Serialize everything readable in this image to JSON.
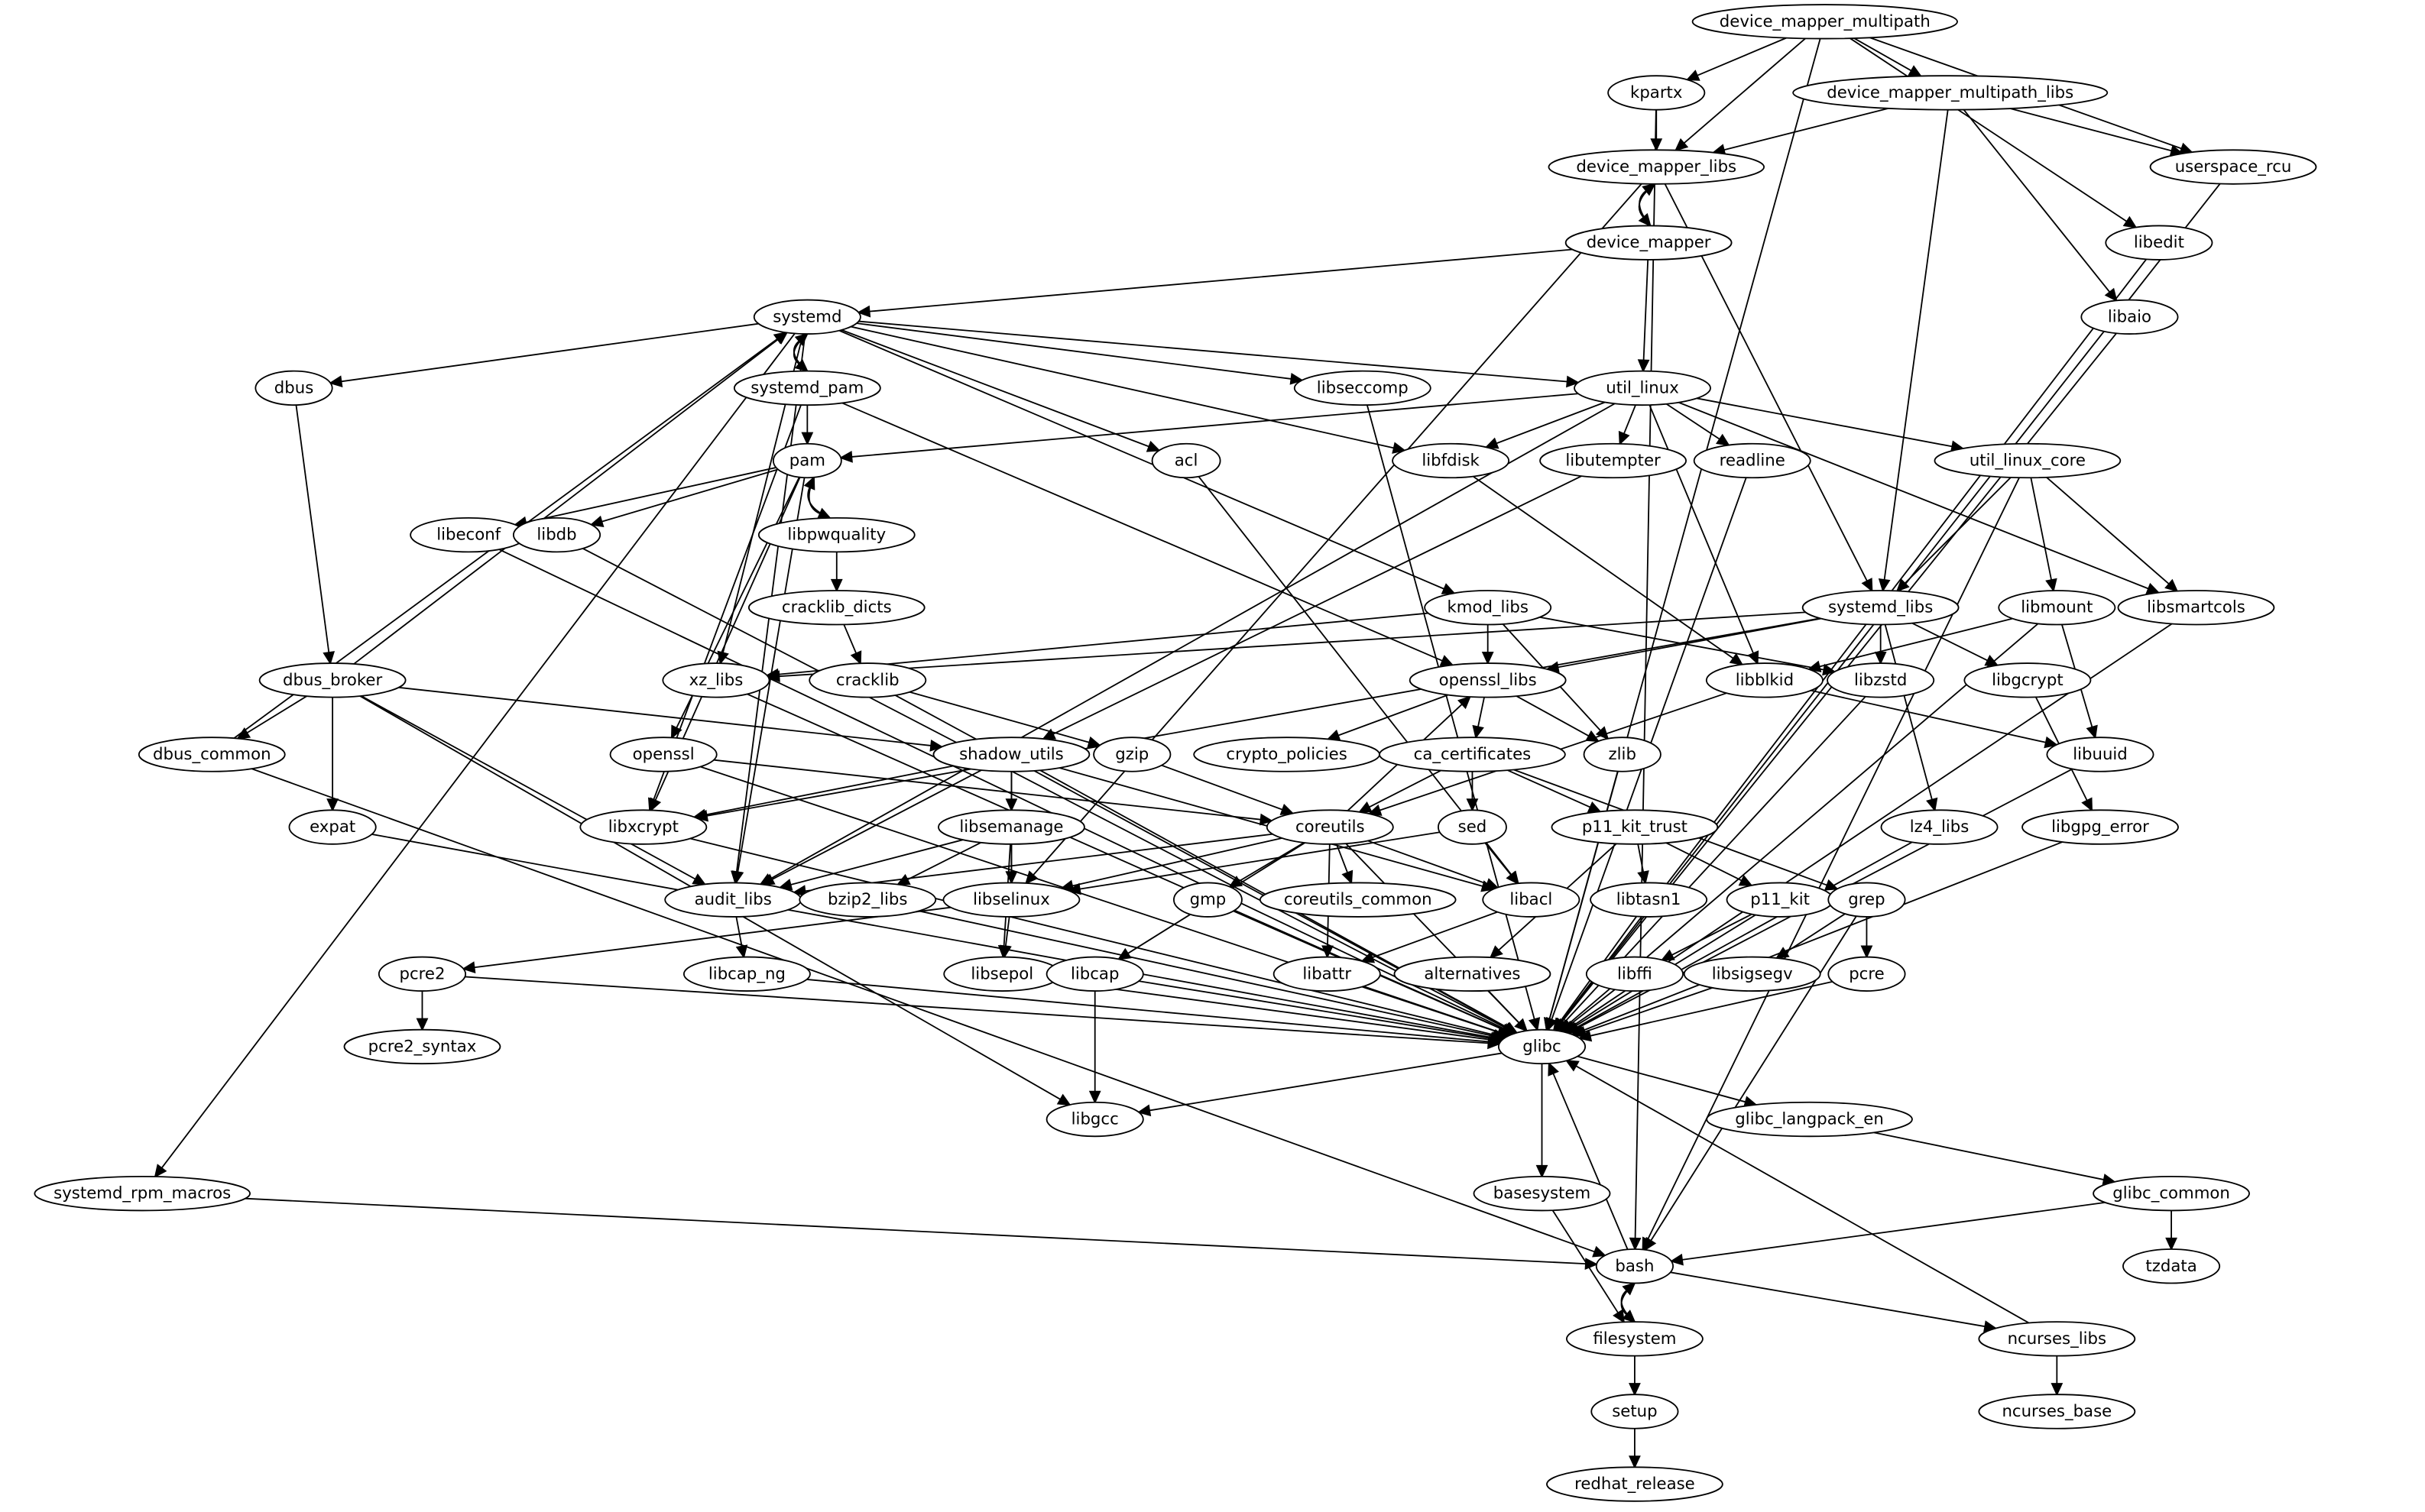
{
  "graph": {
    "nodes": [
      "device_mapper_multipath",
      "kpartx",
      "device_mapper_multipath_libs",
      "device_mapper_libs",
      "userspace_rcu",
      "device_mapper",
      "libedit",
      "systemd",
      "libaio",
      "dbus",
      "systemd_pam",
      "util_linux",
      "libseccomp",
      "pam",
      "acl",
      "libfdisk",
      "libutempter",
      "readline",
      "util_linux_core",
      "libeconf",
      "libdb",
      "libpwquality",
      "cracklib_dicts",
      "kmod_libs",
      "systemd_libs",
      "libmount",
      "libsmartcols",
      "dbus_broker",
      "cracklib",
      "xz_libs",
      "openssl_libs",
      "libblkid",
      "libzstd",
      "libgcrypt",
      "dbus_common",
      "openssl",
      "shadow_utils",
      "gzip",
      "crypto_policies",
      "ca_certificates",
      "zlib",
      "libuuid",
      "expat",
      "libxcrypt",
      "libsemanage",
      "coreutils",
      "sed",
      "p11_kit_trust",
      "lz4_libs",
      "libgpg_error",
      "audit_libs",
      "bzip2_libs",
      "libselinux",
      "gmp",
      "coreutils_common",
      "libacl",
      "libtasn1",
      "p11_kit",
      "grep",
      "pcre2",
      "libcap_ng",
      "libsepol",
      "libcap",
      "libattr",
      "alternatives",
      "libffi",
      "libsigsegv",
      "pcre",
      "glibc",
      "pcre2_syntax",
      "libgcc",
      "glibc_langpack_en",
      "basesystem",
      "systemd_rpm_macros",
      "glibc_common",
      "bash",
      "tzdata",
      "filesystem",
      "ncurses_libs",
      "setup",
      "ncurses_base",
      "redhat_release"
    ],
    "edges": [
      [
        "device_mapper_multipath",
        "kpartx"
      ],
      [
        "device_mapper_multipath",
        "device_mapper_multipath_libs"
      ],
      [
        "device_mapper_multipath",
        "device_mapper_libs"
      ],
      [
        "device_mapper_multipath",
        "userspace_rcu"
      ],
      [
        "device_mapper_multipath",
        "libedit"
      ],
      [
        "device_mapper_multipath",
        "glibc"
      ],
      [
        "kpartx",
        "device_mapper_libs"
      ],
      [
        "kpartx",
        "bash"
      ],
      [
        "device_mapper_multipath_libs",
        "device_mapper_libs"
      ],
      [
        "device_mapper_multipath_libs",
        "userspace_rcu"
      ],
      [
        "device_mapper_multipath_libs",
        "systemd_libs"
      ],
      [
        "device_mapper_multipath_libs",
        "libaio"
      ],
      [
        "device_mapper_libs",
        "device_mapper"
      ],
      [
        "device_mapper_libs",
        "systemd_libs"
      ],
      [
        "device_mapper_libs",
        "libselinux"
      ],
      [
        "device_mapper",
        "device_mapper_libs"
      ],
      [
        "device_mapper",
        "systemd"
      ],
      [
        "device_mapper",
        "util_linux"
      ],
      [
        "userspace_rcu",
        "glibc"
      ],
      [
        "libedit",
        "glibc"
      ],
      [
        "libaio",
        "glibc"
      ],
      [
        "systemd",
        "dbus"
      ],
      [
        "systemd",
        "systemd_pam"
      ],
      [
        "systemd",
        "util_linux"
      ],
      [
        "systemd",
        "libseccomp"
      ],
      [
        "systemd",
        "acl"
      ],
      [
        "systemd",
        "libfdisk"
      ],
      [
        "systemd",
        "kmod_libs"
      ],
      [
        "systemd",
        "xz_libs"
      ],
      [
        "systemd",
        "audit_libs"
      ],
      [
        "systemd",
        "systemd_rpm_macros"
      ],
      [
        "systemd_pam",
        "systemd"
      ],
      [
        "systemd_pam",
        "pam"
      ],
      [
        "systemd_pam",
        "libxcrypt"
      ],
      [
        "systemd_pam",
        "openssl_libs"
      ],
      [
        "dbus",
        "dbus_broker"
      ],
      [
        "dbus_broker",
        "systemd"
      ],
      [
        "dbus_broker",
        "dbus_common"
      ],
      [
        "dbus_broker",
        "expat"
      ],
      [
        "dbus_broker",
        "libgcc"
      ],
      [
        "dbus_broker",
        "audit_libs"
      ],
      [
        "dbus_broker",
        "shadow_utils"
      ],
      [
        "dbus_common",
        "systemd"
      ],
      [
        "dbus_common",
        "bash"
      ],
      [
        "util_linux",
        "pam"
      ],
      [
        "util_linux",
        "libfdisk"
      ],
      [
        "util_linux",
        "libutempter"
      ],
      [
        "util_linux",
        "readline"
      ],
      [
        "util_linux",
        "libblkid"
      ],
      [
        "util_linux",
        "util_linux_core"
      ],
      [
        "util_linux",
        "libsmartcols"
      ],
      [
        "util_linux",
        "audit_libs"
      ],
      [
        "libseccomp",
        "glibc"
      ],
      [
        "acl",
        "libacl"
      ],
      [
        "libfdisk",
        "libblkid"
      ],
      [
        "libutempter",
        "shadow_utils"
      ],
      [
        "readline",
        "glibc"
      ],
      [
        "util_linux_core",
        "systemd_libs"
      ],
      [
        "util_linux_core",
        "libmount"
      ],
      [
        "util_linux_core",
        "libsmartcols"
      ],
      [
        "util_linux_core",
        "bash"
      ],
      [
        "pam",
        "libeconf"
      ],
      [
        "pam",
        "libdb"
      ],
      [
        "pam",
        "libpwquality"
      ],
      [
        "pam",
        "libxcrypt"
      ],
      [
        "pam",
        "openssl"
      ],
      [
        "pam",
        "audit_libs"
      ],
      [
        "libpwquality",
        "pam"
      ],
      [
        "libpwquality",
        "cracklib_dicts"
      ],
      [
        "cracklib_dicts",
        "cracklib"
      ],
      [
        "libeconf",
        "glibc"
      ],
      [
        "libdb",
        "glibc"
      ],
      [
        "kmod_libs",
        "xz_libs"
      ],
      [
        "kmod_libs",
        "openssl_libs"
      ],
      [
        "kmod_libs",
        "zlib"
      ],
      [
        "kmod_libs",
        "libzstd"
      ],
      [
        "systemd_libs",
        "openssl_libs"
      ],
      [
        "systemd_libs",
        "xz_libs"
      ],
      [
        "systemd_libs",
        "libxcrypt"
      ],
      [
        "systemd_libs",
        "libzstd"
      ],
      [
        "systemd_libs",
        "libgcrypt"
      ],
      [
        "systemd_libs",
        "lz4_libs"
      ],
      [
        "libmount",
        "libblkid"
      ],
      [
        "libmount",
        "libuuid"
      ],
      [
        "libmount",
        "glibc"
      ],
      [
        "libsmartcols",
        "glibc"
      ],
      [
        "cracklib",
        "gzip"
      ],
      [
        "cracklib",
        "glibc"
      ],
      [
        "xz_libs",
        "glibc"
      ],
      [
        "openssl_libs",
        "crypto_policies"
      ],
      [
        "openssl_libs",
        "ca_certificates"
      ],
      [
        "openssl_libs",
        "zlib"
      ],
      [
        "libblkid",
        "libuuid"
      ],
      [
        "libblkid",
        "coreutils"
      ],
      [
        "libzstd",
        "glibc"
      ],
      [
        "libgcrypt",
        "libgpg_error"
      ],
      [
        "openssl",
        "coreutils"
      ],
      [
        "openssl",
        "glibc"
      ],
      [
        "shadow_utils",
        "libxcrypt"
      ],
      [
        "shadow_utils",
        "libsemanage"
      ],
      [
        "shadow_utils",
        "libselinux"
      ],
      [
        "shadow_utils",
        "audit_libs"
      ],
      [
        "shadow_utils",
        "libacl"
      ],
      [
        "shadow_utils",
        "glibc"
      ],
      [
        "gzip",
        "coreutils"
      ],
      [
        "ca_certificates",
        "coreutils"
      ],
      [
        "ca_certificates",
        "sed"
      ],
      [
        "ca_certificates",
        "p11_kit_trust"
      ],
      [
        "ca_certificates",
        "grep"
      ],
      [
        "zlib",
        "glibc"
      ],
      [
        "libuuid",
        "glibc"
      ],
      [
        "expat",
        "glibc"
      ],
      [
        "libxcrypt",
        "glibc"
      ],
      [
        "libsemanage",
        "audit_libs"
      ],
      [
        "libsemanage",
        "bzip2_libs"
      ],
      [
        "libsemanage",
        "libselinux"
      ],
      [
        "libsemanage",
        "libsepol"
      ],
      [
        "coreutils",
        "openssl_libs"
      ],
      [
        "coreutils",
        "libselinux"
      ],
      [
        "coreutils",
        "audit_libs"
      ],
      [
        "coreutils",
        "gmp"
      ],
      [
        "coreutils",
        "coreutils_common"
      ],
      [
        "coreutils",
        "libacl"
      ],
      [
        "coreutils",
        "libattr"
      ],
      [
        "coreutils",
        "libcap"
      ],
      [
        "coreutils",
        "glibc"
      ],
      [
        "sed",
        "libacl"
      ],
      [
        "sed",
        "libselinux"
      ],
      [
        "p11_kit_trust",
        "libtasn1"
      ],
      [
        "p11_kit_trust",
        "p11_kit"
      ],
      [
        "p11_kit_trust",
        "alternatives"
      ],
      [
        "lz4_libs",
        "glibc"
      ],
      [
        "libgpg_error",
        "glibc"
      ],
      [
        "audit_libs",
        "libcap_ng"
      ],
      [
        "bzip2_libs",
        "glibc"
      ],
      [
        "libselinux",
        "pcre2"
      ],
      [
        "libselinux",
        "libsepol"
      ],
      [
        "gmp",
        "glibc"
      ],
      [
        "libacl",
        "libattr"
      ],
      [
        "libtasn1",
        "glibc"
      ],
      [
        "p11_kit",
        "libffi"
      ],
      [
        "p11_kit",
        "glibc"
      ],
      [
        "grep",
        "libsigsegv"
      ],
      [
        "grep",
        "pcre"
      ],
      [
        "grep",
        "bash"
      ],
      [
        "pcre2",
        "pcre2_syntax"
      ],
      [
        "pcre2",
        "glibc"
      ],
      [
        "libcap_ng",
        "glibc"
      ],
      [
        "libsepol",
        "glibc"
      ],
      [
        "libcap",
        "libgcc"
      ],
      [
        "libcap",
        "glibc"
      ],
      [
        "libattr",
        "glibc"
      ],
      [
        "alternatives",
        "glibc"
      ],
      [
        "libffi",
        "glibc"
      ],
      [
        "libsigsegv",
        "glibc"
      ],
      [
        "pcre",
        "glibc"
      ],
      [
        "glibc",
        "libgcc"
      ],
      [
        "glibc",
        "glibc_langpack_en"
      ],
      [
        "glibc",
        "basesystem"
      ],
      [
        "ncurses_libs",
        "glibc"
      ],
      [
        "bash",
        "glibc"
      ],
      [
        "glibc_langpack_en",
        "glibc_common"
      ],
      [
        "glibc_common",
        "bash"
      ],
      [
        "glibc_common",
        "tzdata"
      ],
      [
        "basesystem",
        "filesystem"
      ],
      [
        "bash",
        "filesystem"
      ],
      [
        "bash",
        "ncurses_libs"
      ],
      [
        "filesystem",
        "bash"
      ],
      [
        "filesystem",
        "setup"
      ],
      [
        "setup",
        "redhat_release"
      ],
      [
        "systemd_rpm_macros",
        "bash"
      ],
      [
        "ncurses_libs",
        "ncurses_base"
      ]
    ]
  }
}
